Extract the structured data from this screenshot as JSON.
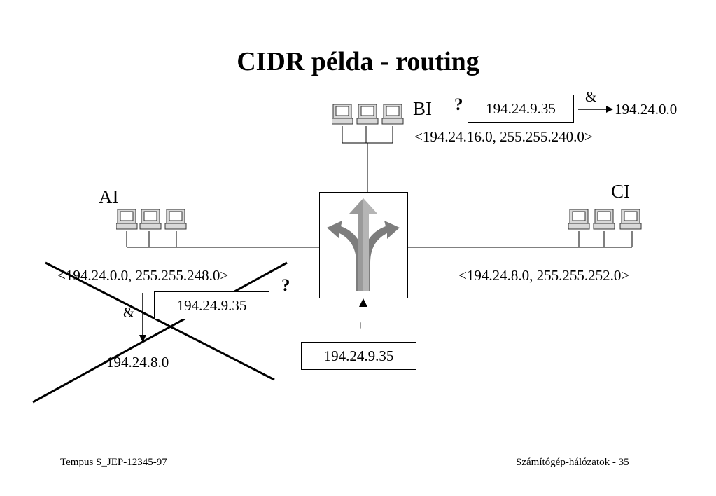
{
  "slide": {
    "title": "CIDR példa - routing",
    "footer_left": "Tempus S_JEP-12345-97",
    "footer_right": "Számítógép-hálózatok - 35"
  },
  "networks": {
    "ai": {
      "label": "AI",
      "range": "<194.24.0.0, 255.255.248.0>",
      "masked_result": "194.24.8.0"
    },
    "bi": {
      "label": "BI",
      "range": "<194.24.16.0, 255.255.240.0>",
      "masked_result": "194.24.0.0"
    },
    "ci": {
      "label": "CI",
      "range": "<194.24.8.0, 255.255.252.0>"
    }
  },
  "packet": {
    "dest_ip": "194.24.9.35",
    "ai_test_ip": "194.24.9.35",
    "bi_test_ip": "194.24.9.35"
  },
  "symbols": {
    "and_op": "&",
    "question": "?",
    "equals": "="
  },
  "icons": {
    "router": "router-arrows-icon",
    "computer": "computer-icon"
  },
  "colors": {
    "router_arrow": "#8a8a8a",
    "router_arrow_dark": "#6f6f6f",
    "line": "#000000"
  }
}
